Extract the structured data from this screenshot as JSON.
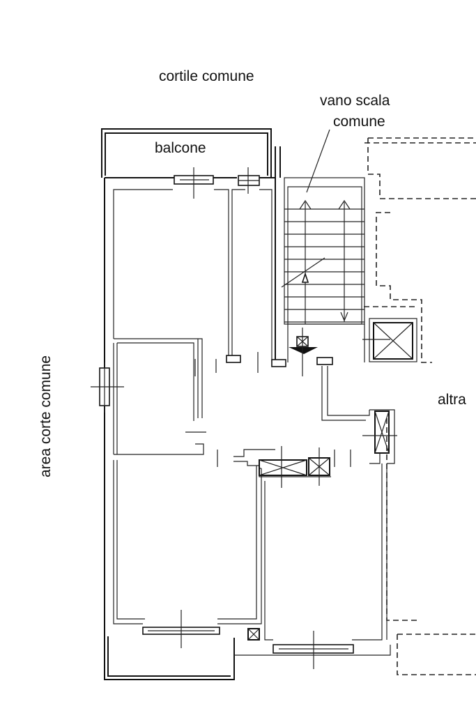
{
  "labels": {
    "courtyard": "cortile comune",
    "stair_line1": "vano scala",
    "stair_line2": "comune",
    "balcony": "balcone",
    "side_area": "area corte comune",
    "other": "altra"
  },
  "colors": {
    "background": "#ffffff",
    "ink": "#111111"
  }
}
